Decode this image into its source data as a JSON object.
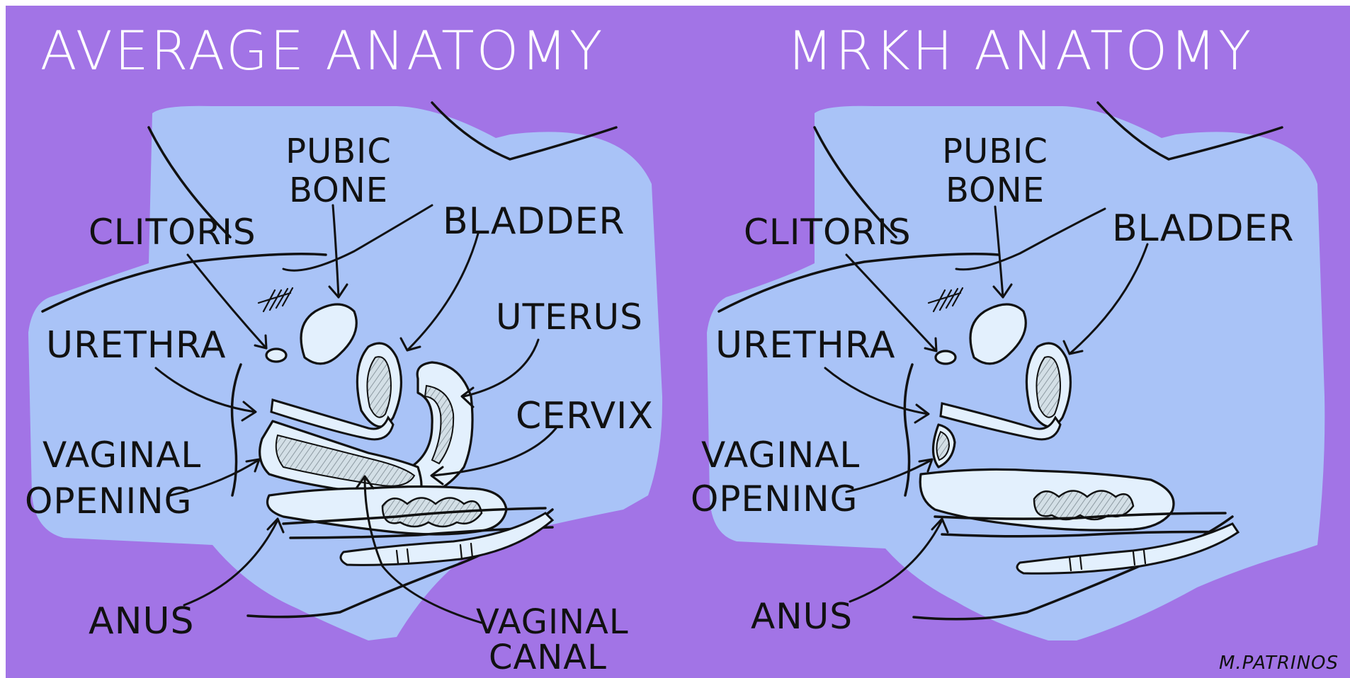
{
  "colors": {
    "background": "#a274e6",
    "body_fill": "#a9c3f7",
    "organ_fill": "#e3f0fd",
    "organ_hatch": "#b9c8cf",
    "ink": "#111111",
    "title": "#ffffff"
  },
  "panels": [
    {
      "title": "AVERAGE ANATOMY",
      "labels": {
        "pubic_bone_line1": "PUBIC",
        "pubic_bone_line2": "BONE",
        "clitoris": "CLITORIS",
        "bladder": "BLADDER",
        "urethra": "URETHRA",
        "uterus": "UTERUS",
        "cervix": "CERVIX",
        "vaginal_opening_line1": "VAGINAL",
        "vaginal_opening_line2": "OPENING",
        "anus": "ANUS",
        "vaginal_canal_line1": "VAGINAL",
        "vaginal_canal_line2": "CANAL"
      }
    },
    {
      "title": "MRKH ANATOMY",
      "labels": {
        "pubic_bone_line1": "PUBIC",
        "pubic_bone_line2": "BONE",
        "clitoris": "CLITORIS",
        "bladder": "BLADDER",
        "urethra": "URETHRA",
        "vaginal_opening_line1": "VAGINAL",
        "vaginal_opening_line2": "OPENING",
        "anus": "ANUS"
      }
    }
  ],
  "signature": "M.PATRINOS"
}
